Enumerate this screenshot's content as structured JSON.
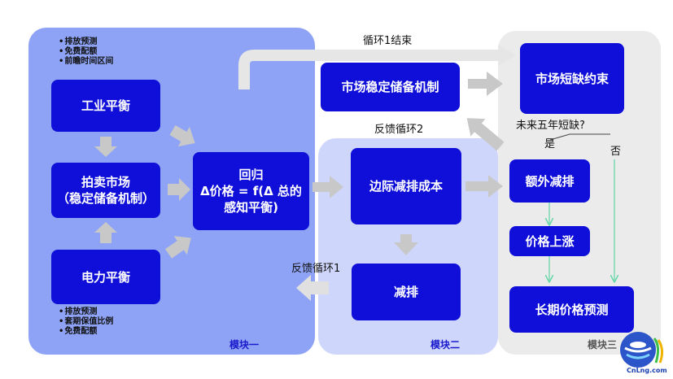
{
  "module1": {
    "label": "模块一",
    "notes_top": [
      "排放预测",
      "免费配额",
      "前瞻时间区间"
    ],
    "notes_bottom": [
      "排放预测",
      "套期保值比例",
      "免费配额"
    ],
    "boxes": {
      "industry_balance": "工业平衡",
      "auction_market": [
        "拍卖市场",
        "（稳定储备机制）"
      ],
      "power_balance": "电力平衡",
      "regression": [
        "回归",
        "Δ价格 = f(Δ 总的",
        "感知平衡)"
      ]
    }
  },
  "module2": {
    "label": "模块二",
    "boxes": {
      "marginal_cost": "边际减排成本",
      "reduction": "减排",
      "stability_reserve": "市场稳定储备机制"
    },
    "feedback_loop_1": "反馈循环1",
    "feedback_loop_2": "反馈循环2"
  },
  "module3": {
    "label": "模块三",
    "boxes": {
      "scarcity_constraint": "市场短缺约束",
      "extra_reduction": "额外减排",
      "price_rise": "价格上涨",
      "long_term_forecast": "长期价格预测"
    },
    "question": "未来五年短缺?",
    "yes": "是",
    "no": "否"
  },
  "loop1_end": "循环1结束",
  "logo_text": "CnLng.com",
  "colors": {
    "box": "#0f0fd9",
    "panel1": "#8ea3f5",
    "panel2": "#cfd6fb",
    "panel3": "#ebebeb",
    "arrow": "#c8c8c8",
    "thin_arrow": "#5fd6a4"
  }
}
